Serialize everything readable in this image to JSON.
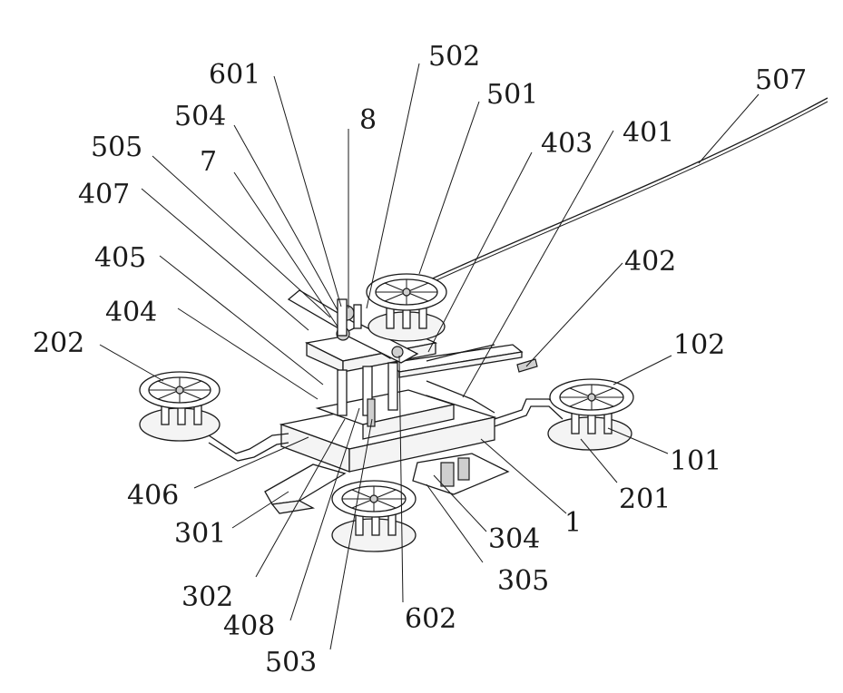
{
  "labels": {
    "l601": "601",
    "l502": "502",
    "l507": "507",
    "l504": "504",
    "l501": "501",
    "l8": "8",
    "l505": "505",
    "l7": "7",
    "l403": "403",
    "l401": "401",
    "l407": "407",
    "l405": "405",
    "l402": "402",
    "l404": "404",
    "l202": "202",
    "l102": "102",
    "l101": "101",
    "l406": "406",
    "l201": "201",
    "l301": "301",
    "l1": "1",
    "l304": "304",
    "l305": "305",
    "l302": "302",
    "l408": "408",
    "l602": "602",
    "l503": "503"
  }
}
